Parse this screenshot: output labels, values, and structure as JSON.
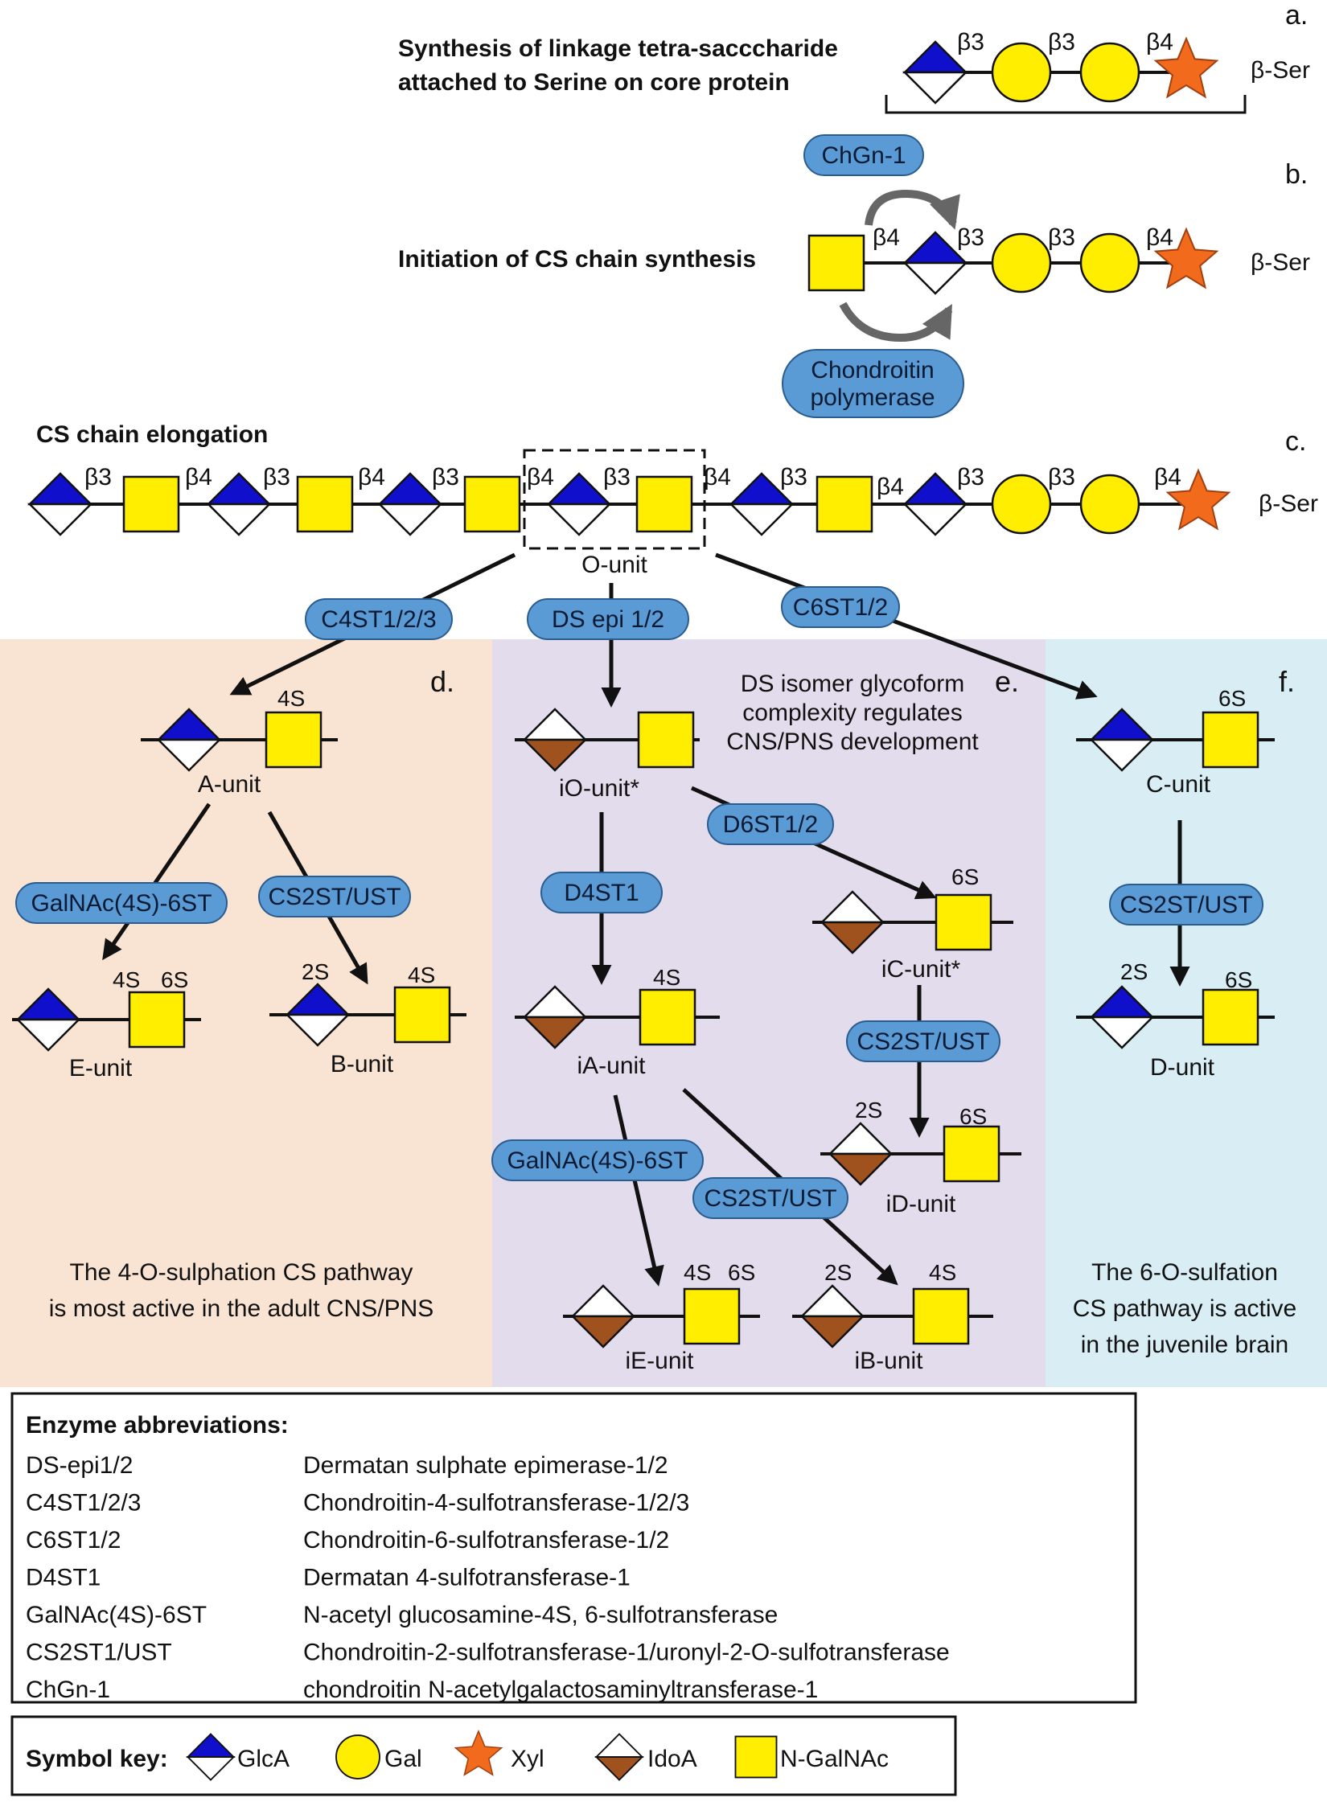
{
  "colors": {
    "glca": "#1010cc",
    "gal": "#ffee00",
    "xyl": "#f26b1c",
    "idoa": "#a0521e",
    "galnac": "#ffee00",
    "enzyme_pill": "#5b9bd5",
    "panel_d": "#f9e3d3",
    "panel_e": "#e3dcec",
    "panel_f": "#d8eef4"
  },
  "step_a": {
    "label": "a.",
    "title_line1": "Synthesis of linkage tetra-sacccharide",
    "title_line2": "attached to Serine on core protein",
    "linkages": [
      "β3",
      "β3",
      "β4"
    ],
    "end_label": "β-Ser"
  },
  "step_b": {
    "label": "b.",
    "title": "Initiation of CS chain synthesis",
    "enzyme_top": "ChGn-1",
    "enzyme_bottom_line1": "Chondroitin",
    "enzyme_bottom_line2": "polymerase",
    "linkages": [
      "β4",
      "β3",
      "β3",
      "β4"
    ],
    "end_label": "β-Ser"
  },
  "step_c": {
    "label": "c.",
    "title": "CS chain elongation",
    "linkages": [
      "β3",
      "β4",
      "β3",
      "β4",
      "β3",
      "β4",
      "β3",
      "β4",
      "β3",
      "β4",
      "β3",
      "β3",
      "β4"
    ],
    "end_label": "β-Ser",
    "unit_label": "O-unit"
  },
  "branch_enzymes": {
    "left": "C4ST1/2/3",
    "middle": "DS epi 1/2",
    "right": "C6ST1/2"
  },
  "panel_d": {
    "label": "d.",
    "a_unit": "A-unit",
    "a_sulfate": "4S",
    "enzyme_left": "GalNAc(4S)-6ST",
    "enzyme_right": "CS2ST/UST",
    "e_unit": "E-unit",
    "e_sulfate1": "4S",
    "e_sulfate2": "6S",
    "b_unit": "B-unit",
    "b_sulfate1": "2S",
    "b_sulfate2": "4S",
    "note_line1": "The 4-O-sulphation CS pathway",
    "note_line2": "is most active in  the adult CNS/PNS"
  },
  "panel_e": {
    "label": "e.",
    "note_line1": "DS isomer glycoform",
    "note_line2": "complexity regulates",
    "note_line3": "CNS/PNS development",
    "io_unit": "iO-unit*",
    "enzyme_d6st": "D6ST1/2",
    "enzyme_d4st": "D4ST1",
    "ic_unit": "iC-unit*",
    "ic_sulfate": "6S",
    "ia_unit": "iA-unit",
    "ia_sulfate": "4S",
    "enzyme_cs2st_right": "CS2ST/UST",
    "id_unit": "iD-unit",
    "id_sulfate1": "2S",
    "id_sulfate2": "6S",
    "enzyme_galnac": "GalNAc(4S)-6ST",
    "enzyme_cs2st_low": "CS2ST/UST",
    "ie_unit": "iE-unit",
    "ie_sulfate1": "4S",
    "ie_sulfate2": "6S",
    "ib_unit": "iB-unit",
    "ib_sulfate1": "2S",
    "ib_sulfate2": "4S"
  },
  "panel_f": {
    "label": "f.",
    "c_unit": "C-unit",
    "c_sulfate": "6S",
    "enzyme": "CS2ST/UST",
    "d_unit": "D-unit",
    "d_sulfate1": "2S",
    "d_sulfate2": "6S",
    "note_line1": "The 6-O-sulfation",
    "note_line2": "CS  pathway is active",
    "note_line3": "in the  juvenile brain"
  },
  "enzyme_abbreviations": {
    "heading": "Enzyme abbreviations:",
    "rows": [
      {
        "abbr": "DS-epi1/2",
        "full": "Dermatan sulphate epimerase-1/2"
      },
      {
        "abbr": "C4ST1/2/3",
        "full": "Chondroitin-4-sulfotransferase-1/2/3"
      },
      {
        "abbr": "C6ST1/2",
        "full": "Chondroitin-6-sulfotransferase-1/2"
      },
      {
        "abbr": "D4ST1",
        "full": "Dermatan 4-sulfotransferase-1"
      },
      {
        "abbr": "GalNAc(4S)-6ST",
        "full": "N-acetyl glucosamine-4S, 6-sulfotransferase"
      },
      {
        "abbr": "CS2ST1/UST",
        "full": "Chondroitin-2-sulfotransferase-1/uronyl-2-O-sulfotransferase"
      },
      {
        "abbr": "ChGn-1",
        "full": "chondroitin N-acetylgalactosaminyltransferase-1"
      }
    ]
  },
  "symbol_key": {
    "heading": "Symbol key:",
    "items": [
      {
        "symbol": "glca",
        "label": "GlcA"
      },
      {
        "symbol": "gal",
        "label": "Gal"
      },
      {
        "symbol": "xyl",
        "label": "Xyl"
      },
      {
        "symbol": "idoa",
        "label": "IdoA"
      },
      {
        "symbol": "galnac",
        "label": "N-GalNAc"
      }
    ]
  }
}
